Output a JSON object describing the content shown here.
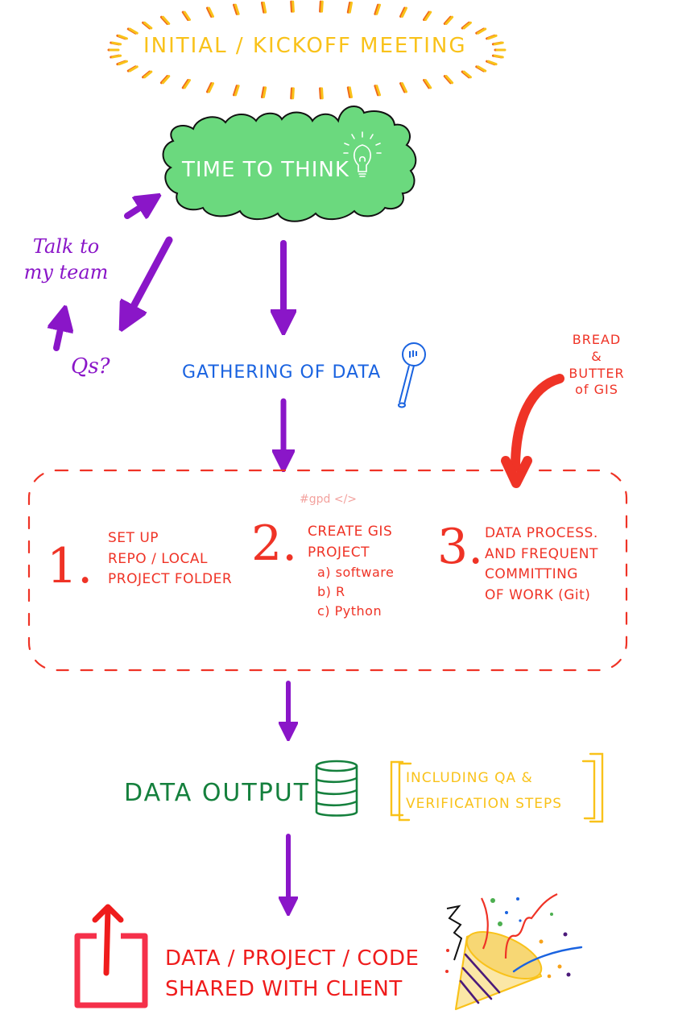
{
  "colors": {
    "purple_arrows": "#8a16c8",
    "cloud_fill": "#6bd97e",
    "kickoff_yellow": "#f9c21a",
    "kickoff_orange": "#f06a1a",
    "gather_blue": "#1a63e0",
    "process_red": "#ef3326",
    "output_green": "#15803d",
    "share_red": "#ef1c1c"
  },
  "kickoff": {
    "label": "INITIAL / KICKOFF MEETING"
  },
  "think": {
    "label": "TIME TO THINK",
    "icon": "lightbulb-icon"
  },
  "side_loop": {
    "talk_line1": "Talk to",
    "talk_line2": "my team",
    "questions": "Qs?"
  },
  "gathering": {
    "label": "GATHERING OF DATA",
    "icon": "magnifier-icon"
  },
  "bread_note": {
    "line1": "BREAD",
    "line2": "&",
    "line3": "BUTTER",
    "line4": "of GIS"
  },
  "process": {
    "hashtag": "#gpd </>",
    "steps": [
      {
        "number": "1.",
        "lines": [
          "SET UP",
          "REPO / LOCAL",
          "PROJECT FOLDER"
        ]
      },
      {
        "number": "2.",
        "lines": [
          "CREATE GIS",
          "PROJECT"
        ],
        "options": [
          "a) software",
          "b) R",
          "c) Python"
        ]
      },
      {
        "number": "3.",
        "lines": [
          "DATA PROCESS.",
          "AND FREQUENT",
          "COMMITTING",
          "OF WORK (Git)"
        ]
      }
    ]
  },
  "output": {
    "label": "DATA OUTPUT",
    "icon": "database-icon",
    "note_line1": "INCLUDING QA &",
    "note_line2": "VERIFICATION STEPS"
  },
  "share": {
    "line1": "DATA / PROJECT / CODE",
    "line2": "SHARED WITH CLIENT",
    "icon": "share-icon",
    "celebration_icon": "party-popper-icon"
  }
}
